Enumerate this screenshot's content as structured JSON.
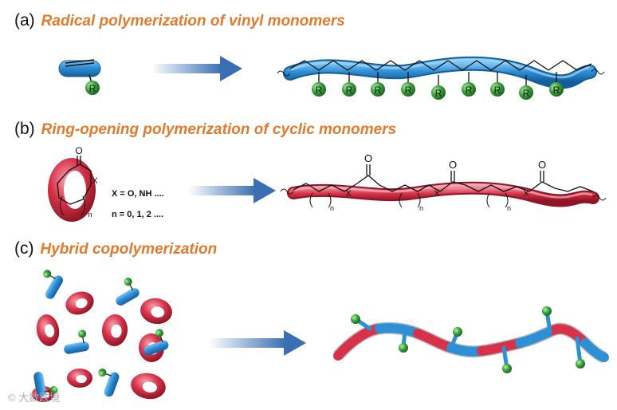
{
  "panels": [
    {
      "letter": "(a)",
      "caption": "Radical polymerization of vinyl monomers"
    },
    {
      "letter": "(b)",
      "caption": "Ring-opening polymerization of cyclic monomers"
    },
    {
      "letter": "(c)",
      "caption": "Hybrid copolymerization"
    }
  ],
  "vinyl": {
    "substituent": "R"
  },
  "cyclic": {
    "carbonyl": "O",
    "hetero": "X",
    "index": "n",
    "note_x": "X = O, NH ....",
    "note_n": "n = 0, 1, 2 ...."
  },
  "polyester": {
    "carbonyl": "O",
    "hetero": "X",
    "index": "n"
  },
  "watermark": "© 大数跌境",
  "colors": {
    "title_orange": "#e07a2c",
    "vinyl_blue": "#2d8fd6",
    "ring_red": "#d8324a",
    "substituent_green": "#39a53c",
    "arrow_blue": "#3a6fb3"
  }
}
